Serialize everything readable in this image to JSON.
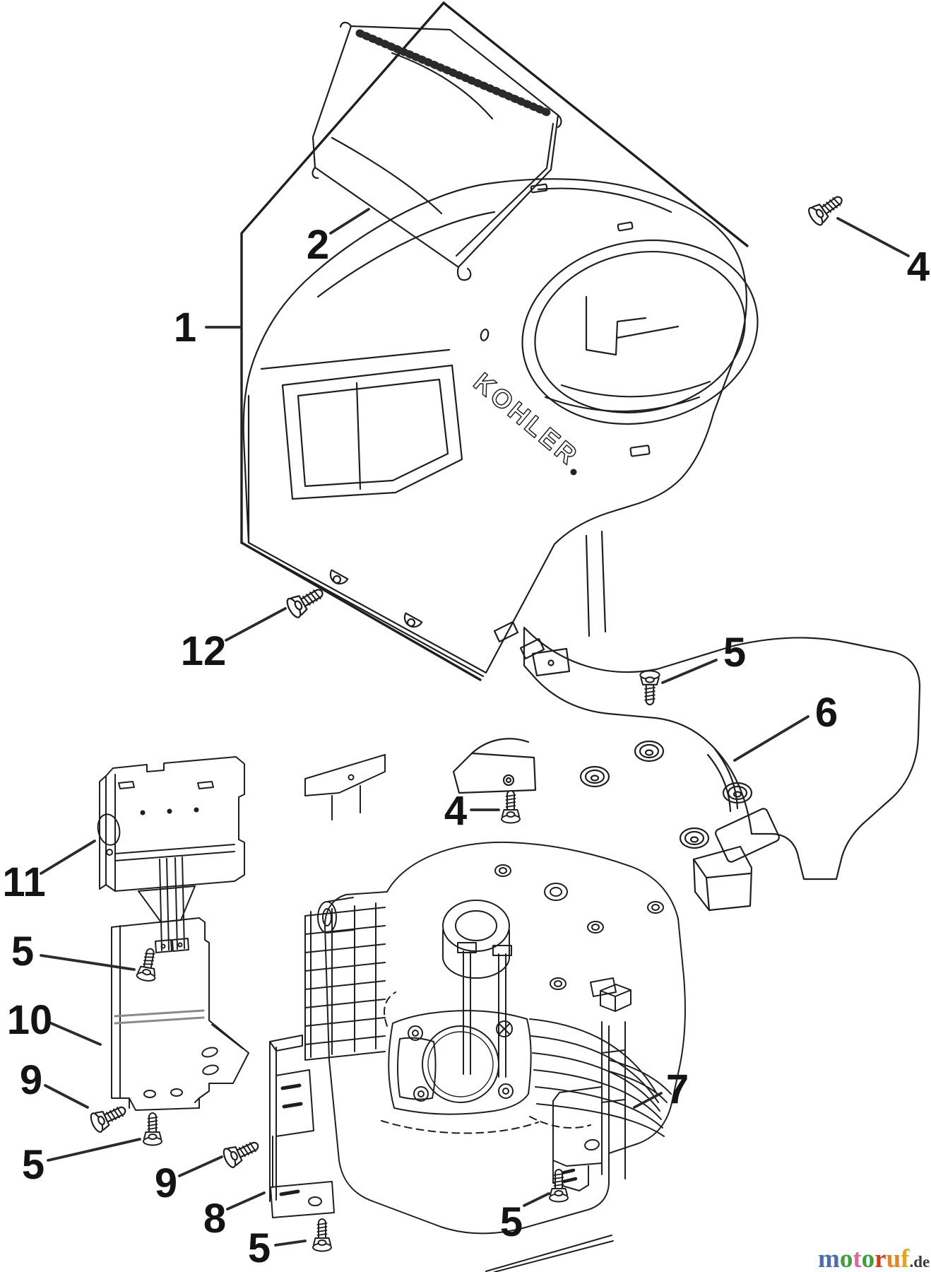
{
  "diagram": {
    "background_color": "#ffffff",
    "line_color": "#1f1f1f",
    "brand_logo_text": "KOHLER",
    "callouts": [
      {
        "id": "part-1-blower-housing",
        "label": "1"
      },
      {
        "id": "part-2-housing-cover",
        "label": "2"
      },
      {
        "id": "part-4-screw-top-right",
        "label": "4"
      },
      {
        "id": "part-12-screw",
        "label": "12"
      },
      {
        "id": "part-5-screw-mid",
        "label": "5"
      },
      {
        "id": "part-6-baffle",
        "label": "6"
      },
      {
        "id": "part-4-screw-mid",
        "label": "4"
      },
      {
        "id": "part-11-bracket",
        "label": "11"
      },
      {
        "id": "part-5-screw-left-upper",
        "label": "5"
      },
      {
        "id": "part-10-heat-shield",
        "label": "10"
      },
      {
        "id": "part-9-screw-left",
        "label": "9"
      },
      {
        "id": "part-5-screw-left-lower",
        "label": "5"
      },
      {
        "id": "part-9-screw-mid",
        "label": "9"
      },
      {
        "id": "part-8-bracket",
        "label": "8"
      },
      {
        "id": "part-5-screw-bottom-mid",
        "label": "5"
      },
      {
        "id": "part-7-bracket",
        "label": "7"
      },
      {
        "id": "part-5-screw-bottom-right",
        "label": "5"
      }
    ],
    "watermark": {
      "letters": [
        {
          "ch": "m",
          "color": "#4a6cb3"
        },
        {
          "ch": "o",
          "color": "#3f9f3f"
        },
        {
          "ch": "t",
          "color": "#e4649b"
        },
        {
          "ch": "o",
          "color": "#3f9f3f"
        },
        {
          "ch": "r",
          "color": "#d63c16"
        },
        {
          "ch": "u",
          "color": "#e7841d"
        },
        {
          "ch": "f",
          "color": "#e9a61c"
        }
      ],
      "suffix": ".de",
      "suffix_color": "#3a3a3a"
    }
  }
}
